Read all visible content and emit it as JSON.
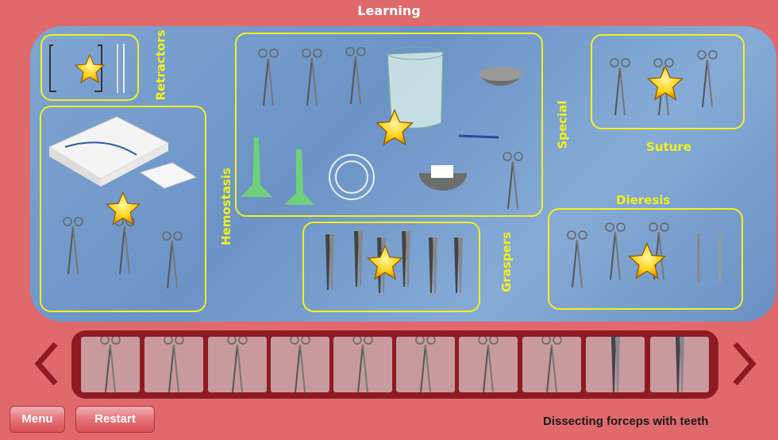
{
  "title": "Learning",
  "zones": {
    "retractors": "Retractors",
    "hemostasis": "Hemostasis",
    "special": "Special",
    "suture": "Suture",
    "dieresis": "Dieresis",
    "graspers": "Graspers"
  },
  "buttons": {
    "menu": "Menu",
    "restart": "Restart"
  },
  "status": "Dissecting forceps with teeth",
  "colors": {
    "background": "#e06a6b",
    "board": "#7fa5d2",
    "zone_border": "#f2f01e",
    "tray": "#8e1a24"
  },
  "icons": {
    "star": "star-icon",
    "prev": "chevron-left-icon",
    "next": "chevron-right-icon"
  }
}
